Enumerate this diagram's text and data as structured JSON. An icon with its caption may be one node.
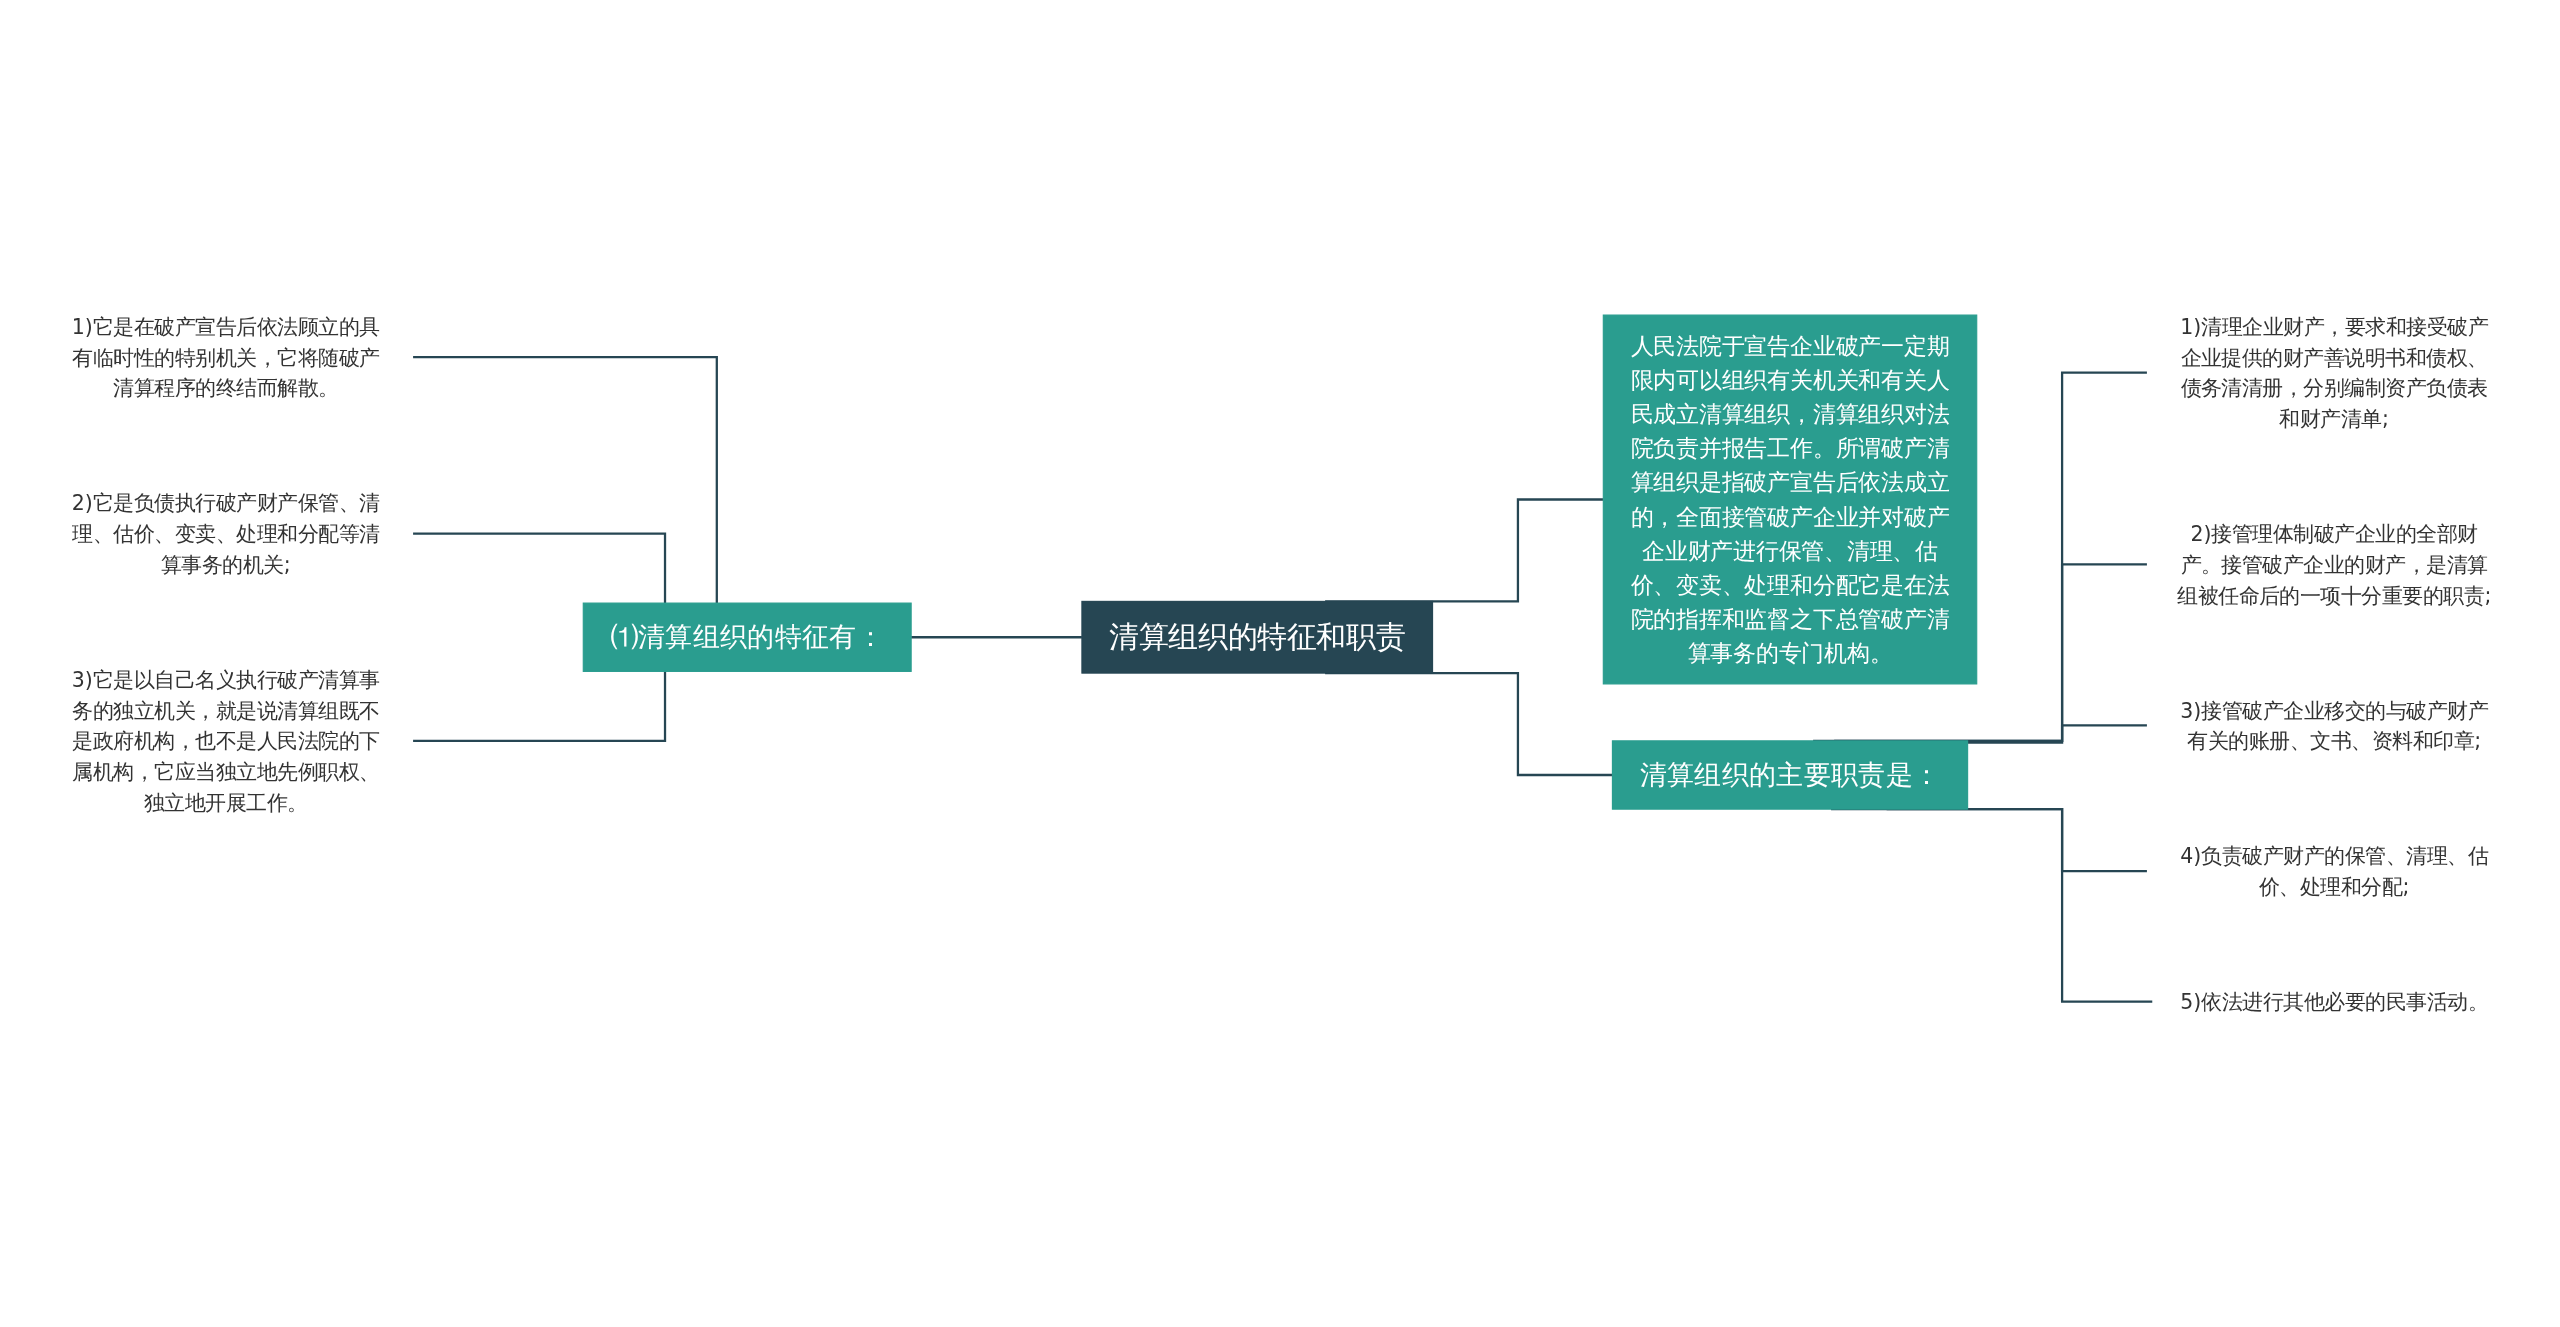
{
  "diagram": {
    "nodes": [
      {
        "text": [
          "清算组织的特征和职责"
        ]
      },
      {
        "text": [
          "⑴清算组织的特征有："
        ]
      },
      {
        "text": [
          "1)它是在破产宣告后依法顾立的具有临时性的特别机关，它将随破产清算程序的终结而解散。"
        ]
      },
      {
        "text": [
          "2)它是负债执行破产财产保管、清理、估价、变卖、处理和分配等清算事务的机关;"
        ]
      },
      {
        "text": [
          "3)它是以自己名义执行破产清算事务的独立机关，就是说清算组既不是政府机构，也不是人民法院的下属机构，它应当独立地先例职权、独立地开展工作。"
        ]
      },
      {
        "text": [
          "人民法院于宣告企业破产一定期限内可以组织有关机关和有关人民成立清算组织，清算组织对法院负责并报告工作。所谓破产清算组织是指破产宣告后依法成立的，全面接管破产企业并对破产企业财产进行保管、清理、估价、变卖、处理和分配它是在法院的指挥和监督之下总管破产清算事务的专门机构。"
        ]
      },
      {
        "text": [
          "清算组织的主要职责是："
        ]
      },
      {
        "text": [
          "1)清理企业财产，要求和接受破产企业提供的财产善说明书和债权、债务清清册，分别编制资产负债表和财产清单;"
        ]
      },
      {
        "text": [
          "2)接管理体制破产企业的全部财产。接管破产企业的财产，是清算组被任命后的一项十分重要的职责;"
        ]
      },
      {
        "text": [
          "3)接管破产企业移交的与破产财产有关的账册、文书、资料和印章;"
        ]
      },
      {
        "text": [
          "4)负责破产财产的保管、清理、估价、处理和分配;"
        ]
      },
      {
        "text": [
          "5)依法进行其他必要的民事活动。"
        ]
      }
    ],
    "edges": [
      {
        "from": 2,
        "to": 1,
        "arrow": "none"
      },
      {
        "from": 3,
        "to": 1,
        "arrow": "none"
      },
      {
        "from": 4,
        "to": 1,
        "arrow": "none"
      },
      {
        "from": 1,
        "to": 0,
        "arrow": "none"
      },
      {
        "from": 0,
        "to": 5,
        "arrow": "none"
      },
      {
        "from": 0,
        "to": 6,
        "arrow": "none"
      },
      {
        "from": 6,
        "to": 7,
        "arrow": "none"
      },
      {
        "from": 6,
        "to": 8,
        "arrow": "none"
      },
      {
        "from": 6,
        "to": 9,
        "arrow": "none"
      },
      {
        "from": 6,
        "to": 10,
        "arrow": "none"
      },
      {
        "from": 6,
        "to": 11,
        "arrow": "none"
      }
    ]
  }
}
